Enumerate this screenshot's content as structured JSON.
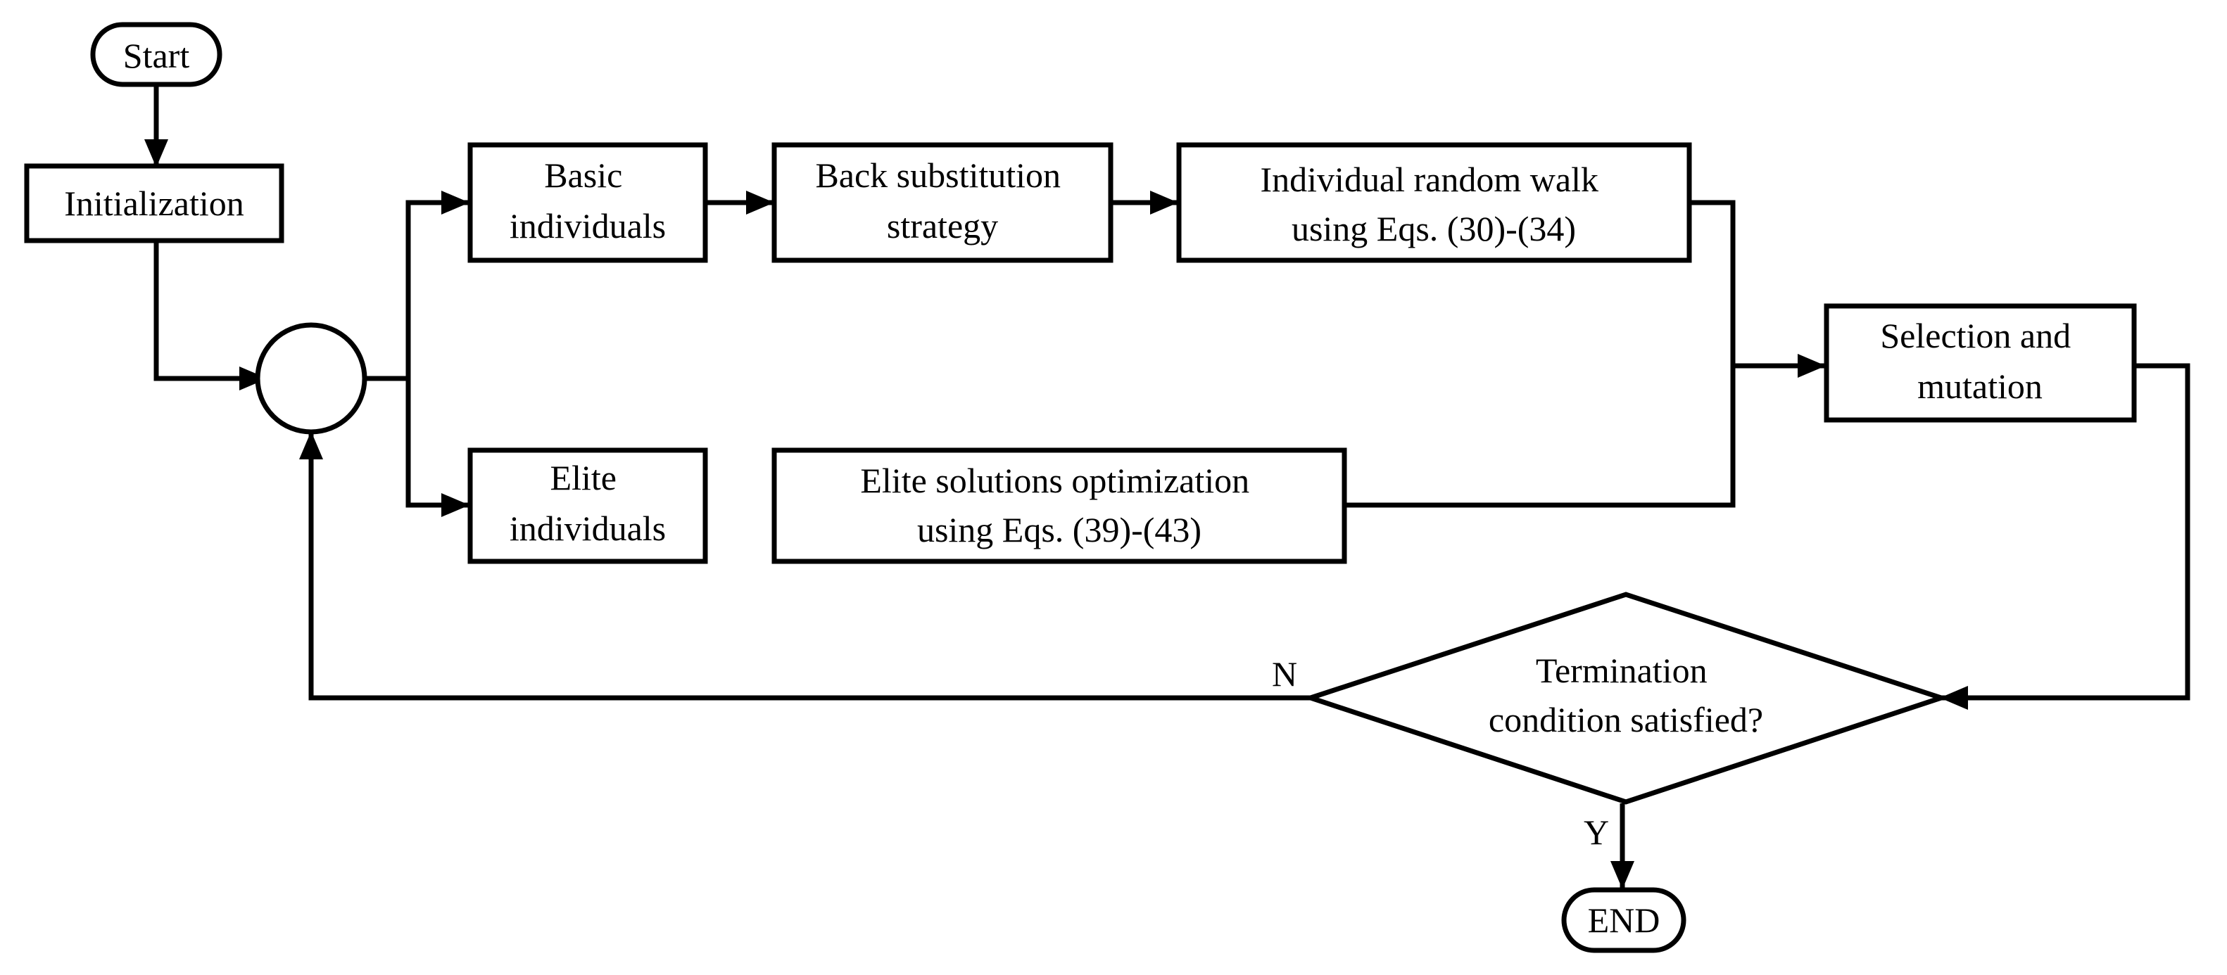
{
  "diagram": {
    "nodes": {
      "start": {
        "lines": [
          "Start"
        ]
      },
      "init": {
        "lines": [
          "Initialization"
        ]
      },
      "basic": {
        "lines": [
          "Basic",
          "individuals"
        ]
      },
      "back": {
        "lines": [
          "Back substitution",
          "strategy"
        ]
      },
      "walk": {
        "lines": [
          "Individual random walk",
          "using Eqs. (30)-(34)"
        ]
      },
      "elite": {
        "lines": [
          "Elite",
          "individuals"
        ]
      },
      "eliteopt": {
        "lines": [
          "Elite solutions optimization",
          "using Eqs. (39)-(43)"
        ]
      },
      "select": {
        "lines": [
          "Selection and",
          "mutation"
        ]
      },
      "term": {
        "lines": [
          "Termination",
          "condition satisfied?"
        ]
      },
      "end": {
        "lines": [
          "END"
        ]
      }
    },
    "labels": {
      "no": "N",
      "yes": "Y"
    }
  }
}
